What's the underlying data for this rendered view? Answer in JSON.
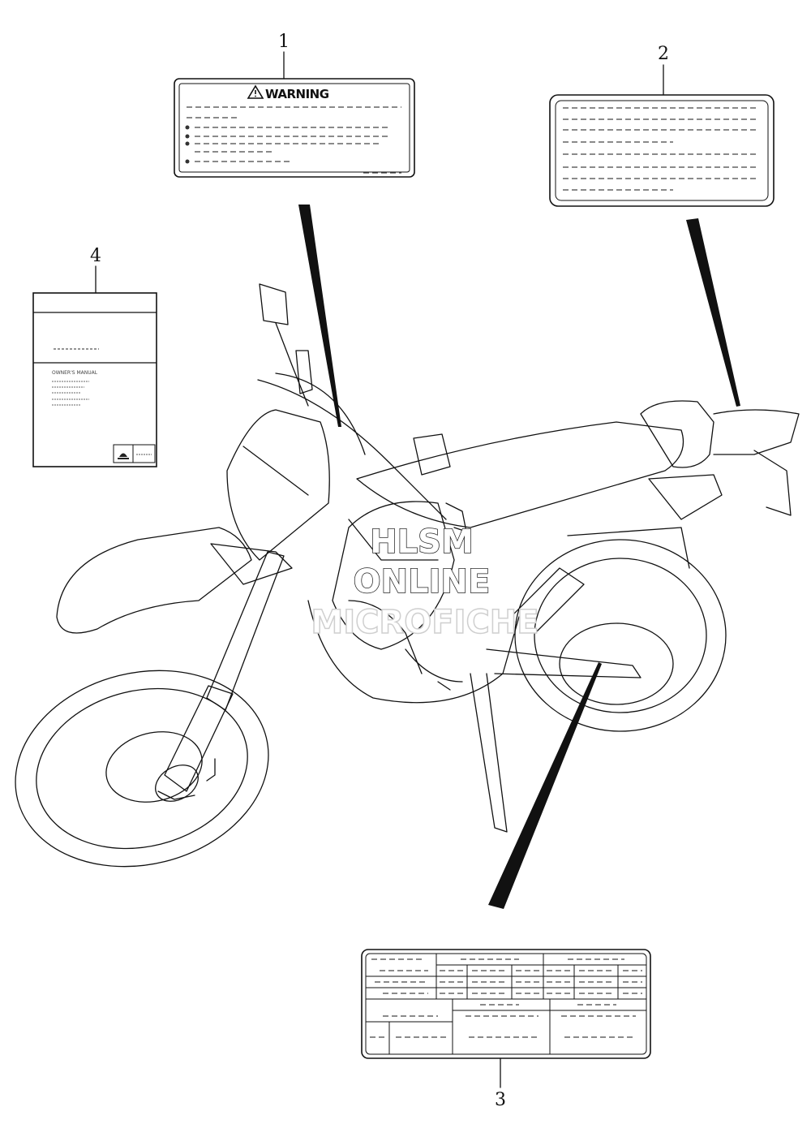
{
  "callouts": [
    {
      "number": "1"
    },
    {
      "number": "2"
    },
    {
      "number": "3"
    },
    {
      "number": "4"
    }
  ],
  "warning_label": {
    "heading": "WARNING"
  },
  "manual_label": {
    "title": "OWNER'S MANUAL"
  },
  "watermark": {
    "line1": "HLSM",
    "line2": "ONLINE",
    "line3": "MICROFICHE"
  }
}
